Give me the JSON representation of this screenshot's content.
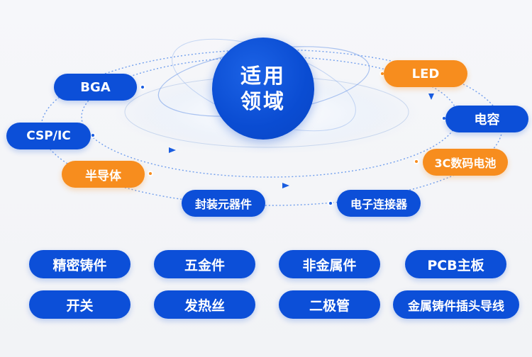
{
  "center": {
    "line1": "适用",
    "line2": "领域"
  },
  "orbit_nodes": [
    {
      "label": "LED",
      "color": "orange"
    },
    {
      "label": "BGA",
      "color": "blue"
    },
    {
      "label": "电容",
      "color": "blue"
    },
    {
      "label": "CSP/IC",
      "color": "blue"
    },
    {
      "label": "3C数码电池",
      "color": "orange"
    },
    {
      "label": "半导体",
      "color": "orange"
    },
    {
      "label": "电子连接器",
      "color": "blue"
    },
    {
      "label": "封装元器件",
      "color": "blue"
    }
  ],
  "grid_items": [
    {
      "label": "精密铸件"
    },
    {
      "label": "五金件"
    },
    {
      "label": "非金属件"
    },
    {
      "label": "PCB主板"
    },
    {
      "label": "开关"
    },
    {
      "label": "发热丝"
    },
    {
      "label": "二极管"
    },
    {
      "label": "金属铸件插头导线"
    }
  ],
  "colors": {
    "blue": "#0c4fd8",
    "orange": "#f78d1e",
    "orbit": "#3b7be8"
  }
}
